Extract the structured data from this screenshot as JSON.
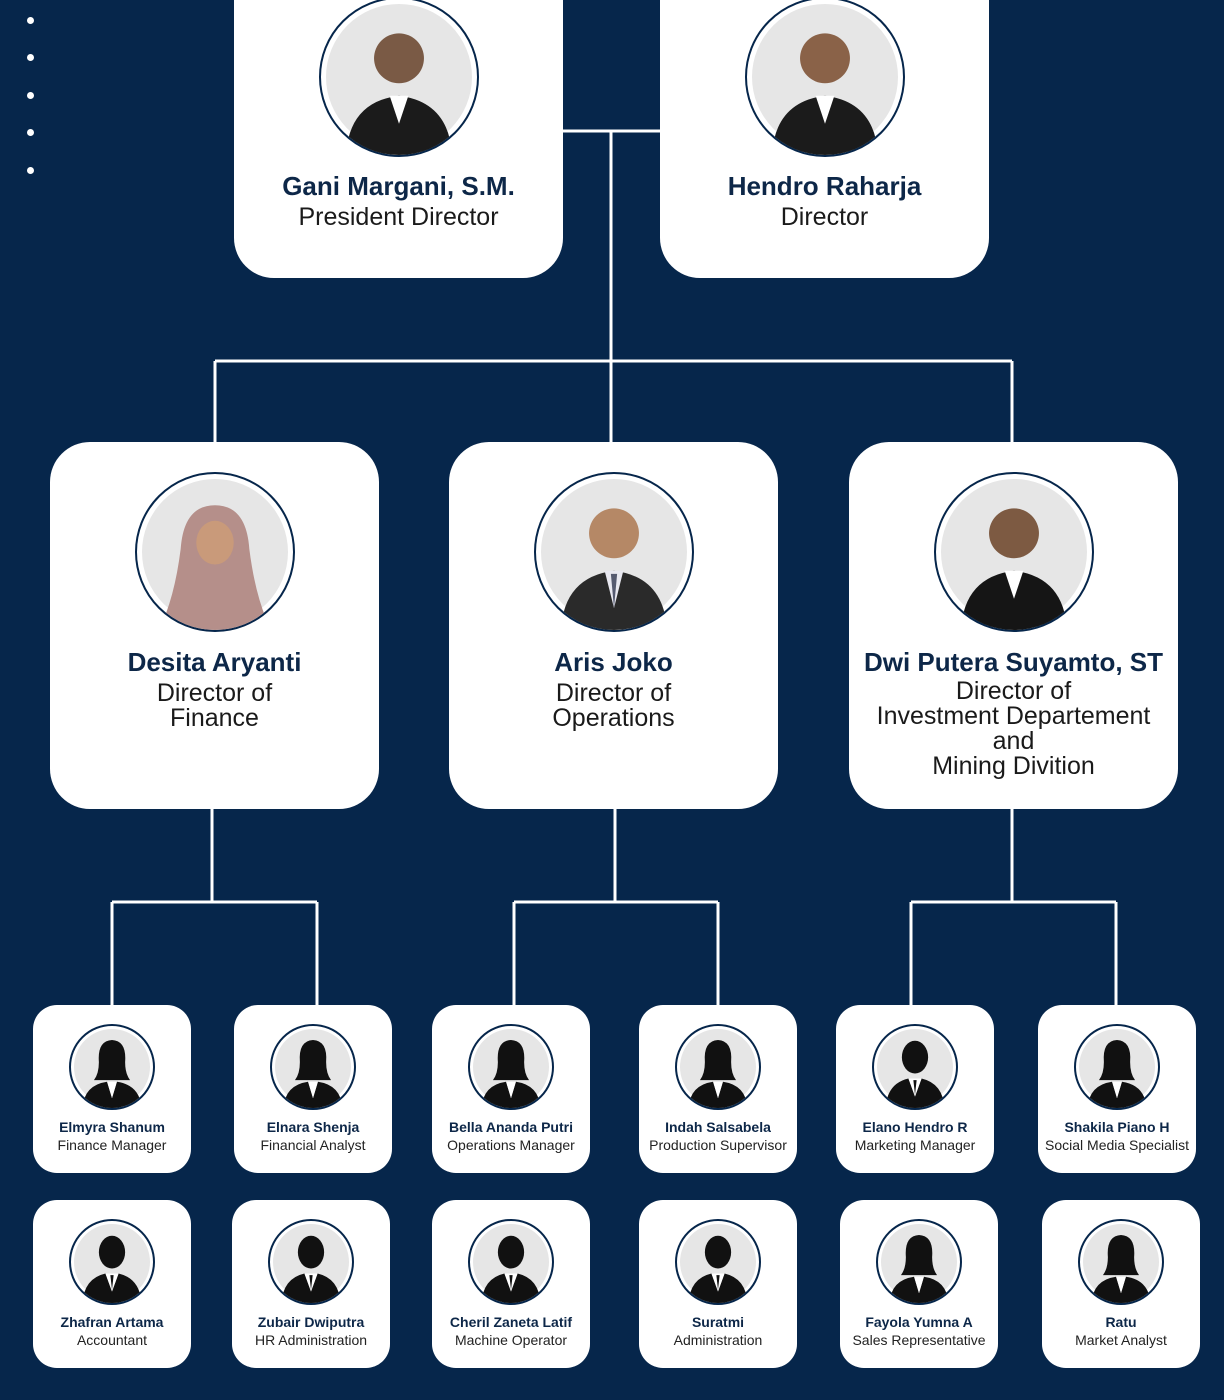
{
  "colors": {
    "background": "#06264b",
    "card": "#ffffff",
    "line": "#ffffff",
    "name": "#0d2748"
  },
  "top": [
    {
      "name": "Gani Margani, S.M.",
      "role": "President Director",
      "photo": "person-photo-icon"
    },
    {
      "name": "Hendro Raharja",
      "role": "Director",
      "photo": "person-photo-icon"
    }
  ],
  "directors": [
    {
      "name": "Desita Aryanti",
      "role_lines": [
        "Director of",
        "Finance"
      ],
      "photo": "person-photo-icon"
    },
    {
      "name": "Aris Joko",
      "role_lines": [
        "Director of",
        "Operations"
      ],
      "photo": "person-photo-icon"
    },
    {
      "name": "Dwi Putera Suyamto, ST",
      "role_lines": [
        "Director of",
        "Investment Departement",
        "and",
        "Mining Divition"
      ],
      "photo": "person-photo-icon"
    }
  ],
  "staff_row1": [
    {
      "name": "Elmyra Shanum",
      "role": "Finance Manager",
      "icon": "female-silhouette-icon"
    },
    {
      "name": "Elnara Shenja",
      "role": "Financial Analyst",
      "icon": "female-silhouette-icon"
    },
    {
      "name": "Bella Ananda Putri",
      "role": "Operations Manager",
      "icon": "female-silhouette-icon"
    },
    {
      "name": "Indah Salsabela",
      "role": "Production Supervisor",
      "icon": "female-silhouette-icon"
    },
    {
      "name": "Elano Hendro R",
      "role": "Marketing Manager",
      "icon": "male-silhouette-icon"
    },
    {
      "name": "Shakila Piano H",
      "role": "Social Media Specialist",
      "icon": "female-silhouette-icon"
    }
  ],
  "staff_row2": [
    {
      "name": "Zhafran Artama",
      "role": "Accountant",
      "icon": "male-silhouette-icon"
    },
    {
      "name": "Zubair Dwiputra",
      "role": "HR Administration",
      "icon": "male-silhouette-icon"
    },
    {
      "name": "Cheril Zaneta Latif",
      "role": "Machine Operator",
      "icon": "male-silhouette-icon"
    },
    {
      "name": "Suratmi",
      "role": "Administration",
      "icon": "male-silhouette-icon"
    },
    {
      "name": "Fayola Yumna A",
      "role": "Sales Representative",
      "icon": "female-silhouette-icon"
    },
    {
      "name": "Ratu",
      "role": "Market Analyst",
      "icon": "female-silhouette-icon"
    }
  ]
}
